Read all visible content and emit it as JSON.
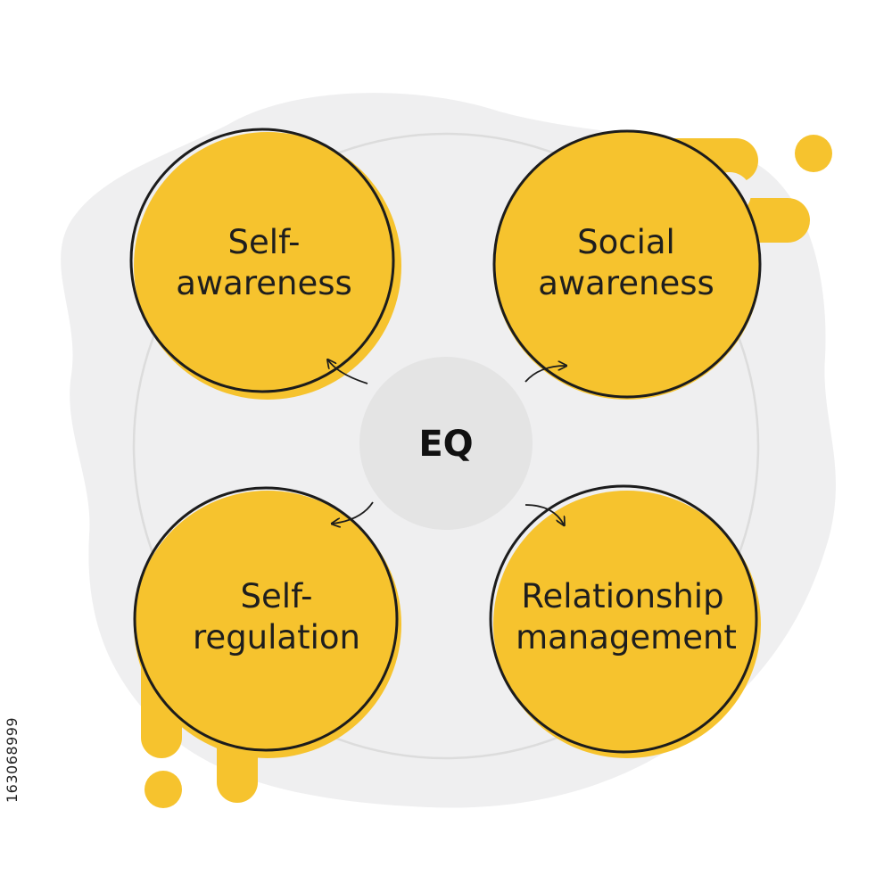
{
  "center": {
    "label": "EQ"
  },
  "nodes": [
    {
      "id": "self-awareness",
      "lines": [
        "Self-",
        "awareness"
      ]
    },
    {
      "id": "social-awareness",
      "lines": [
        "Social",
        "awareness"
      ]
    },
    {
      "id": "self-regulation",
      "lines": [
        "Self-",
        "regulation"
      ]
    },
    {
      "id": "relationship-management",
      "lines": [
        "Relationship",
        "management"
      ]
    }
  ],
  "stock_id": "163068999",
  "colors": {
    "node_fill": "#f6c32e",
    "outline": "#1c1c1c",
    "center_fill": "#e4e4e4",
    "background_blob": "#efeff0",
    "ring": "#dcdcdc",
    "text": "#1e1e1e"
  }
}
